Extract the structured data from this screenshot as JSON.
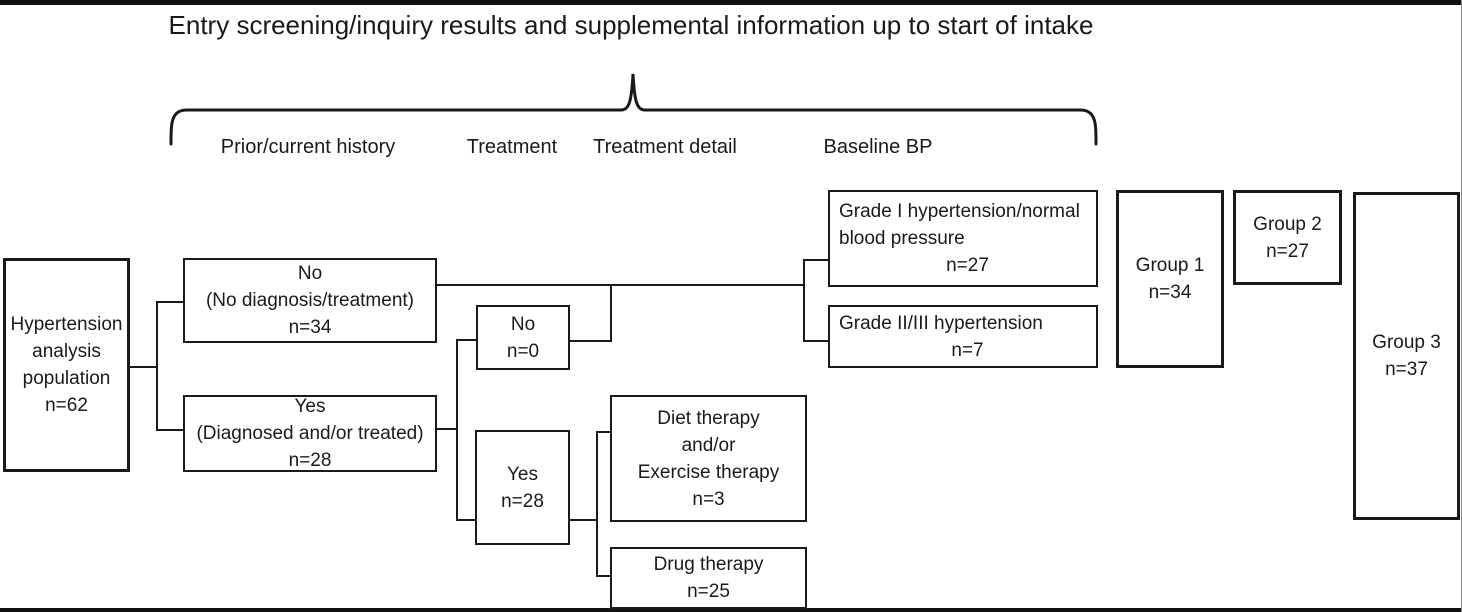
{
  "title": "Entry screening/inquiry results and supplemental information up to start of intake",
  "columns": {
    "history": "Prior/current history",
    "treatment": "Treatment",
    "treatment_detail": "Treatment detail",
    "baseline_bp": "Baseline BP"
  },
  "nodes": {
    "population": {
      "line1": "Hypertension",
      "line2": "analysis",
      "line3": "population",
      "n": "n=62"
    },
    "history_no": {
      "label": "No",
      "sub": "(No diagnosis/treatment)",
      "n": "n=34"
    },
    "history_yes": {
      "label": "Yes",
      "sub": "(Diagnosed and/or treated)",
      "n": "n=28"
    },
    "treatment_no": {
      "label": "No",
      "n": "n=0"
    },
    "treatment_yes": {
      "label": "Yes",
      "n": "n=28"
    },
    "detail_diet": {
      "line1": "Diet therapy",
      "line2": "and/or",
      "line3": "Exercise therapy",
      "n": "n=3"
    },
    "detail_drug": {
      "label": "Drug therapy",
      "n": "n=25"
    },
    "bp_grade1": {
      "line1": "Grade I hypertension/normal",
      "line2": "blood pressure",
      "n": "n=27"
    },
    "bp_grade23": {
      "label": "Grade II/III hypertension",
      "n": "n=7"
    },
    "group1": {
      "label": "Group 1",
      "n": "n=34"
    },
    "group2": {
      "label": "Group 2",
      "n": "n=27"
    },
    "group3": {
      "label": "Group 3",
      "n": "n=37"
    }
  },
  "colors": {
    "line": "#1a1a1a",
    "text": "#1a1a1a",
    "background": "#ffffff"
  }
}
